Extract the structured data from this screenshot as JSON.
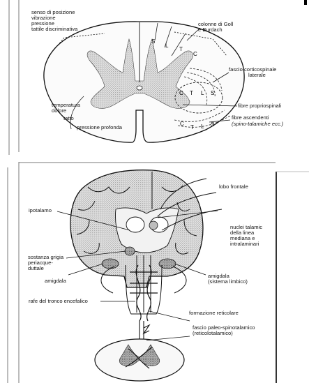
{
  "top_figure": {
    "labels": {
      "position_sense": "senso di posizione",
      "vibration": "vibrazione",
      "pressure": "pressione",
      "tactile_discriminative": "tattile discriminativa",
      "goll_burdach_1": "colonne di Goll",
      "goll_burdach_2": "e Burdach",
      "corticospinal_1": "fascio corticospinale",
      "corticospinal_2": "laterale",
      "temperature": "temperatura",
      "pain": "dolore",
      "touch": "tatto",
      "deep_pressure": "pressione profonda",
      "propriospinal": "fibre propriospinali",
      "ascending_1": "fibre ascendenti",
      "ascending_2": "(spino-talamiche ecc.)"
    },
    "column_letters": [
      "S",
      "L",
      "T",
      "C"
    ],
    "tract_letters": [
      "C",
      "T",
      "L",
      "S"
    ],
    "ventral_letters": [
      "C",
      "T",
      "L",
      "S"
    ]
  },
  "bottom_figure": {
    "labels": {
      "frontal_lobe": "lobo frontale",
      "hypothalamus": "ipotalamo",
      "thalamic_nuclei_1": "nuclei talamic",
      "thalamic_nuclei_2": "della linea",
      "thalamic_nuclei_3": "mediana e",
      "thalamic_nuclei_4": "intralaminari",
      "grey_matter_1": "sostanza grigia",
      "grey_matter_2": "periacque-",
      "grey_matter_3": "duttale",
      "amygdala_left": "amigdala",
      "amygdala_right_1": "amigdala",
      "amygdala_right_2": "(sistema limbico)",
      "raphe": "rafe del tronco encefalico",
      "reticular": "formazione reticolare",
      "paleo_1": "fascio paleo-spinotalamico",
      "paleo_2": "(reticolotalamico)"
    }
  }
}
